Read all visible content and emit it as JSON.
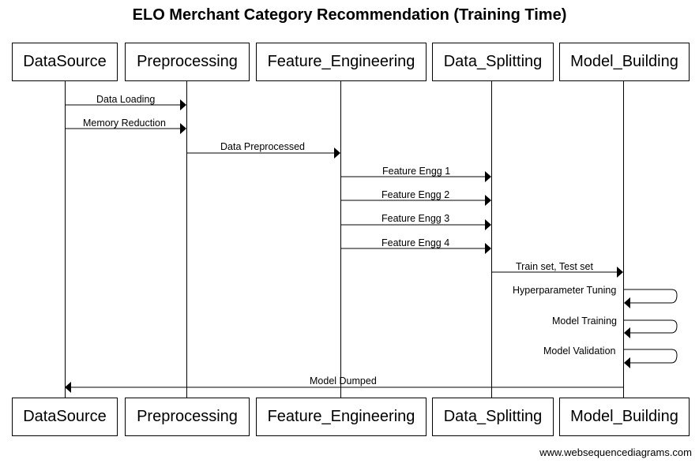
{
  "title": "ELO Merchant Category Recommendation (Training Time)",
  "participants": [
    "DataSource",
    "Preprocessing",
    "Feature_Engineering",
    "Data_Splitting",
    "Model_Building"
  ],
  "messages": [
    {
      "from": "DataSource",
      "to": "Preprocessing",
      "label": "Data Loading"
    },
    {
      "from": "DataSource",
      "to": "Preprocessing",
      "label": "Memory Reduction"
    },
    {
      "from": "Preprocessing",
      "to": "Feature_Engineering",
      "label": "Data Preprocessed"
    },
    {
      "from": "Feature_Engineering",
      "to": "Data_Splitting",
      "label": "Feature Engg 1"
    },
    {
      "from": "Feature_Engineering",
      "to": "Data_Splitting",
      "label": "Feature Engg 2"
    },
    {
      "from": "Feature_Engineering",
      "to": "Data_Splitting",
      "label": "Feature Engg 3"
    },
    {
      "from": "Feature_Engineering",
      "to": "Data_Splitting",
      "label": "Feature Engg 4"
    },
    {
      "from": "Data_Splitting",
      "to": "Model_Building",
      "label": "Train set, Test set"
    },
    {
      "from": "Model_Building",
      "to": "Model_Building",
      "label": "Hyperparameter Tuning"
    },
    {
      "from": "Model_Building",
      "to": "Model_Building",
      "label": "Model Training"
    },
    {
      "from": "Model_Building",
      "to": "Model_Building",
      "label": "Model Validation"
    },
    {
      "from": "Model_Building",
      "to": "DataSource",
      "label": "Model Dumped"
    }
  ],
  "footer": "www.websequencediagrams.com"
}
